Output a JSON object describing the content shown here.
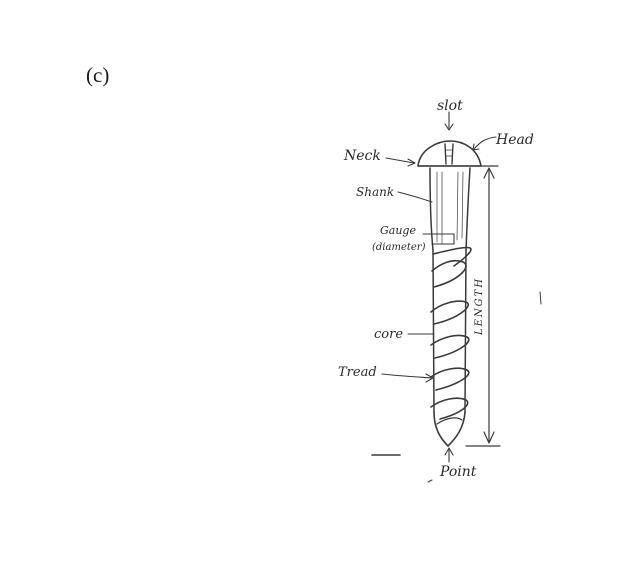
{
  "panel_label": "(c)",
  "labels": {
    "slot": "slot",
    "head": "Head",
    "neck": "Neck",
    "shank": "Shank",
    "gauge_line1": "Gauge",
    "gauge_line2": "(diameter)",
    "core": "core",
    "tread": "Tread",
    "length": "LENGTH",
    "point": "Point"
  }
}
